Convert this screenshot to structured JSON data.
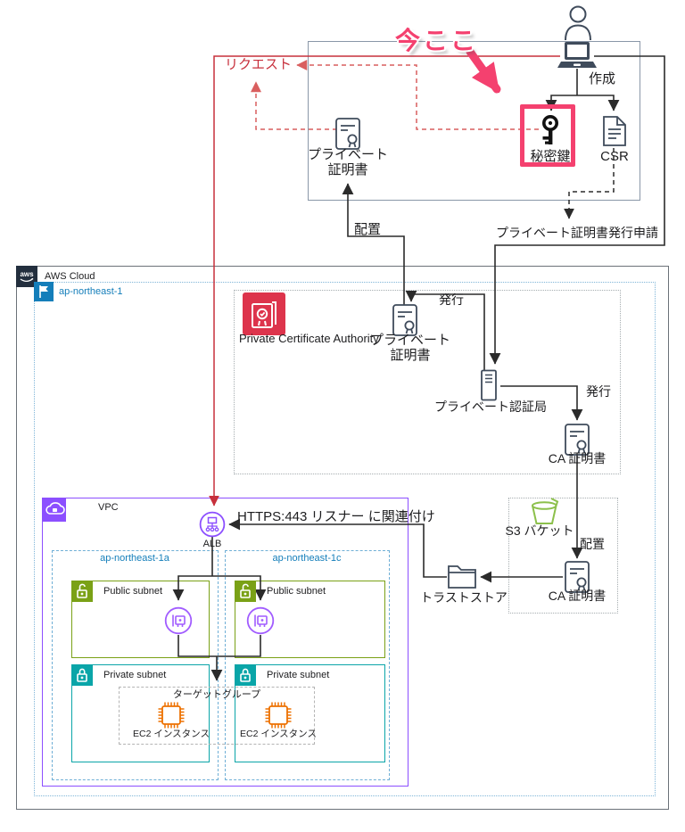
{
  "annotation": {
    "now_here": "今ここ"
  },
  "colors": {
    "highlight_pink": "#F4416F",
    "request_red": "#C7303C",
    "line_black": "#2B2B2B",
    "aws_purple": "#8C4FFF",
    "eni_purple": "#A15CFF",
    "subnet_green": "#7AA116",
    "subnet_teal": "#0AA5A8",
    "compute_orange": "#ED7100",
    "security_red": "#DD344C",
    "region_blue": "#147EBA",
    "s3_green": "#8CC04B",
    "cloud_dark": "#232F3E"
  },
  "client": {
    "create": "作成",
    "private_key": "秘密鍵",
    "csr": "CSR",
    "request": "リクエスト",
    "private_cert": [
      "プライベート",
      "証明書"
    ],
    "deploy": "配置",
    "issuance_request": "プライベート証明書発行申請"
  },
  "cloud": {
    "label": "AWS Cloud",
    "region": "ap-northeast-1",
    "pca": {
      "service": "Private Certificate Authority",
      "private_cert": [
        "プライベート",
        "証明書"
      ],
      "issue_cert": "発行",
      "private_ca": "プライベート認証局",
      "issue_ca": "発行",
      "ca_cert": "CA 証明書"
    },
    "s3": {
      "bucket": "S3 バケット",
      "deploy": "配置",
      "ca_cert": "CA 証明書"
    },
    "trust_store": "トラストストア",
    "vpc": {
      "label": "VPC",
      "alb": "ALB",
      "listener_assoc": "HTTPS:443 リスナー に関連付け",
      "az_a": "ap-northeast-1a",
      "az_c": "ap-northeast-1c",
      "public_subnet": "Public subnet",
      "private_subnet": "Private subnet",
      "target_group": "ターゲットグループ",
      "ec2": "EC2 インスタンス"
    }
  }
}
